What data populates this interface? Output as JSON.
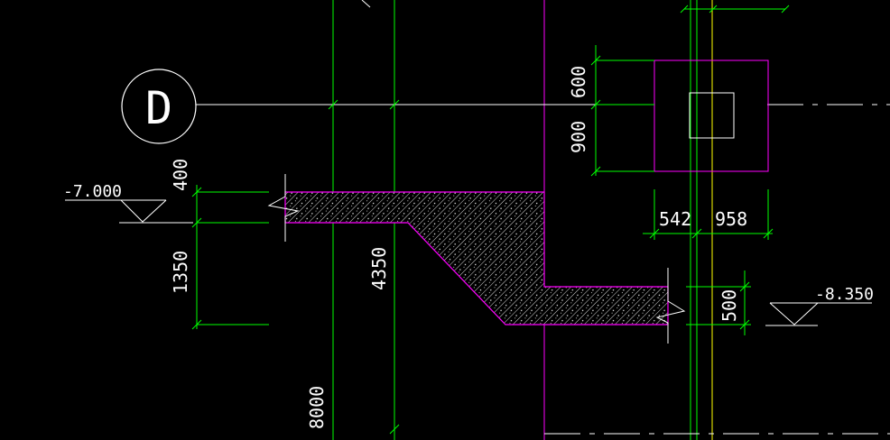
{
  "grid_axis": {
    "label": "D"
  },
  "elevations": {
    "left": "-7.000",
    "right": "-8.350"
  },
  "dimensions": {
    "slab_thickness_left": "400",
    "step_height": "1350",
    "vertical_span": "4350",
    "lower_span": "8000",
    "column_top": "600",
    "column_bottom": "900",
    "column_left": "542",
    "column_right": "958",
    "slab_thickness_right": "500"
  },
  "colors": {
    "background": "#000000",
    "dimension_line": "#00ff00",
    "boundary": "#ff00ff",
    "axis_line": "#ffffff",
    "hatch": "#ffffff",
    "yellow_line": "#ffff00"
  }
}
